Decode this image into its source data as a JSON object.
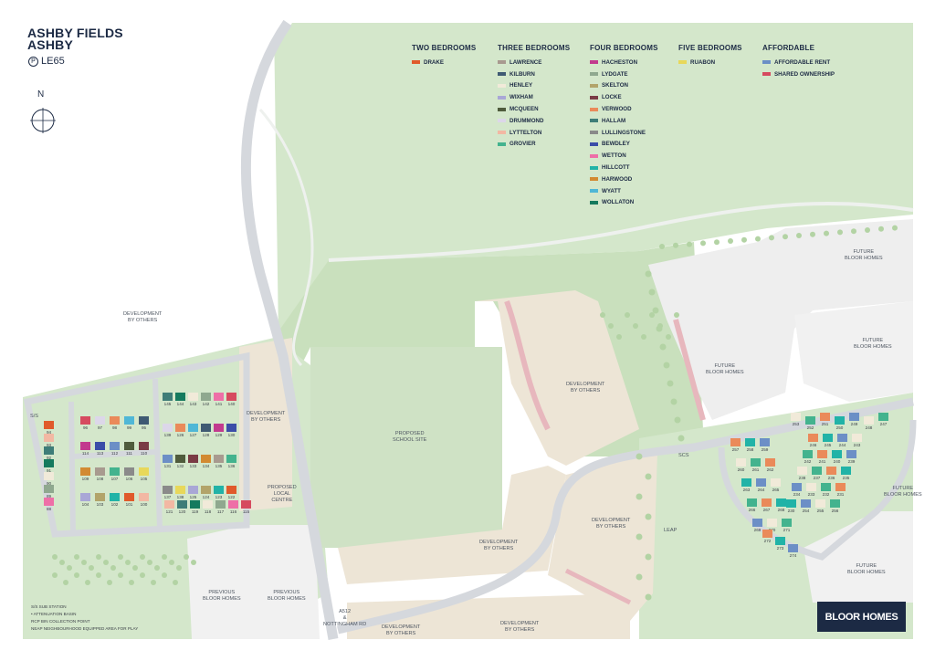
{
  "title_line1": "ASHBY FIELDS",
  "title_line2": "ASHBY",
  "postcode": "LE65",
  "north": "N",
  "brand": "BLOOR HOMES",
  "colors": {
    "grass": "#d7e8cf",
    "field": "#bfdcb0",
    "sand": "#ede5d6",
    "road": "#d6d9de",
    "future": "#f2f2f2",
    "navy": "#1c2a44",
    "pink": "#e7b7bd",
    "school": "#cde0c3"
  },
  "legend": [
    {
      "heading": "TWO BEDROOMS",
      "items": [
        {
          "name": "DRAKE",
          "color": "#e05a2b"
        }
      ]
    },
    {
      "heading": "THREE BEDROOMS",
      "items": [
        {
          "name": "LAWRENCE",
          "color": "#a89a8f"
        },
        {
          "name": "KILBURN",
          "color": "#3f5a73"
        },
        {
          "name": "HENLEY",
          "color": "#f1ead9"
        },
        {
          "name": "WIXHAM",
          "color": "#a9a7d6"
        },
        {
          "name": "MCQUEEN",
          "color": "#4f5b3c"
        },
        {
          "name": "DRUMMOND",
          "color": "#dcd7e9"
        },
        {
          "name": "LYTTELTON",
          "color": "#f2b8a3"
        },
        {
          "name": "GROVIER",
          "color": "#43b38e"
        }
      ]
    },
    {
      "heading": "FOUR BEDROOMS",
      "items": [
        {
          "name": "HACHESTON",
          "color": "#c23a8e"
        },
        {
          "name": "LYDGATE",
          "color": "#8fa88f"
        },
        {
          "name": "SKELTON",
          "color": "#b2a46a"
        },
        {
          "name": "LOCKE",
          "color": "#7a3b45"
        },
        {
          "name": "VERWOOD",
          "color": "#ea8a5a"
        },
        {
          "name": "HALLAM",
          "color": "#3e7d78"
        },
        {
          "name": "LULLINGSTONE",
          "color": "#8a8a8a"
        },
        {
          "name": "BEWDLEY",
          "color": "#3b4da8"
        },
        {
          "name": "WETTON",
          "color": "#ee6fa7"
        },
        {
          "name": "HILLCOTT",
          "color": "#21b3a7"
        },
        {
          "name": "HARWOOD",
          "color": "#d28a32"
        },
        {
          "name": "WYATT",
          "color": "#4fb7d6"
        },
        {
          "name": "WOLLATON",
          "color": "#157a5e"
        }
      ]
    },
    {
      "heading": "FIVE BEDROOMS",
      "items": [
        {
          "name": "RUABON",
          "color": "#e8d85a"
        }
      ]
    },
    {
      "heading": "AFFORDABLE",
      "items": [
        {
          "name": "AFFORDABLE RENT",
          "color": "#6c8fc6"
        },
        {
          "name": "SHARED OWNERSHIP",
          "color": "#d64a5f"
        }
      ]
    }
  ],
  "labels": {
    "dev_others_west": "DEVELOPMENT\nBY OTHERS",
    "dev_others_mid": "DEVELOPMENT\nBY OTHERS",
    "local_centre": "PROPOSED\nLOCAL\nCENTRE",
    "school": "PROPOSED\nSCHOOL SITE",
    "dev_others_centre": "DEVELOPMENT\nBY OTHERS",
    "dev_others_south": "DEVELOPMENT\nBY OTHERS",
    "dev_others_bottom_mid": "DEVELOPMENT\nBY OTHERS",
    "dev_others_bottom_right": "DEVELOPMENT\nBY OTHERS",
    "dev_others_east": "DEVELOPMENT\nBY OTHERS",
    "dev_others_bottom_left": "DEVELOPMENT\nBY OTHERS",
    "future_ne1": "FUTURE\nBLOOR HOMES",
    "future_ne2": "FUTURE\nBLOOR HOMES",
    "future_mid": "FUTURE\nBLOOR HOMES",
    "future_e": "FUTURE\nBLOOR HOMES",
    "future_se": "FUTURE\nBLOOR HOMES",
    "prev1": "PREVIOUS\nBLOOR HOMES",
    "prev2": "PREVIOUS\nBLOOR HOMES",
    "road": "A512\n&\nNOTTINGHAM RD",
    "leap": "LEAP",
    "ss": "S/S",
    "scs": "SCS"
  },
  "key": [
    {
      "code": "S/S",
      "text": "SUB STATION"
    },
    {
      "code": "",
      "text": "ATTENUATION BASIN"
    },
    {
      "code": "RCP",
      "text": "BIN COLLECTION POINT"
    },
    {
      "code": "NEAP",
      "text": "NEIGHBOURHOOD EQUIPPED AREA FOR PLAY"
    }
  ],
  "plots": {
    "west": [
      "94",
      "93",
      "92",
      "91",
      "90",
      "89",
      "88",
      "96",
      "97",
      "98",
      "99",
      "95",
      "114",
      "113",
      "112",
      "111",
      "110",
      "109",
      "108",
      "107",
      "106",
      "105",
      "104",
      "103",
      "102",
      "101",
      "100",
      "145",
      "144",
      "143",
      "142",
      "141",
      "140",
      "139",
      "126",
      "127",
      "128",
      "129",
      "130",
      "131",
      "132",
      "133",
      "134",
      "135",
      "136",
      "137",
      "138",
      "125",
      "124",
      "123",
      "122",
      "121",
      "120",
      "119",
      "118",
      "117",
      "116",
      "115"
    ],
    "east": [
      "253",
      "252",
      "251",
      "250",
      "249",
      "248",
      "247",
      "246",
      "245",
      "244",
      "243",
      "242",
      "241",
      "240",
      "239",
      "238",
      "237",
      "236",
      "235",
      "234",
      "233",
      "232",
      "231",
      "230",
      "254",
      "255",
      "256",
      "257",
      "258",
      "259",
      "260",
      "261",
      "262",
      "263",
      "264",
      "265",
      "266",
      "267",
      "268",
      "269",
      "270",
      "271",
      "272",
      "273",
      "274"
    ]
  }
}
